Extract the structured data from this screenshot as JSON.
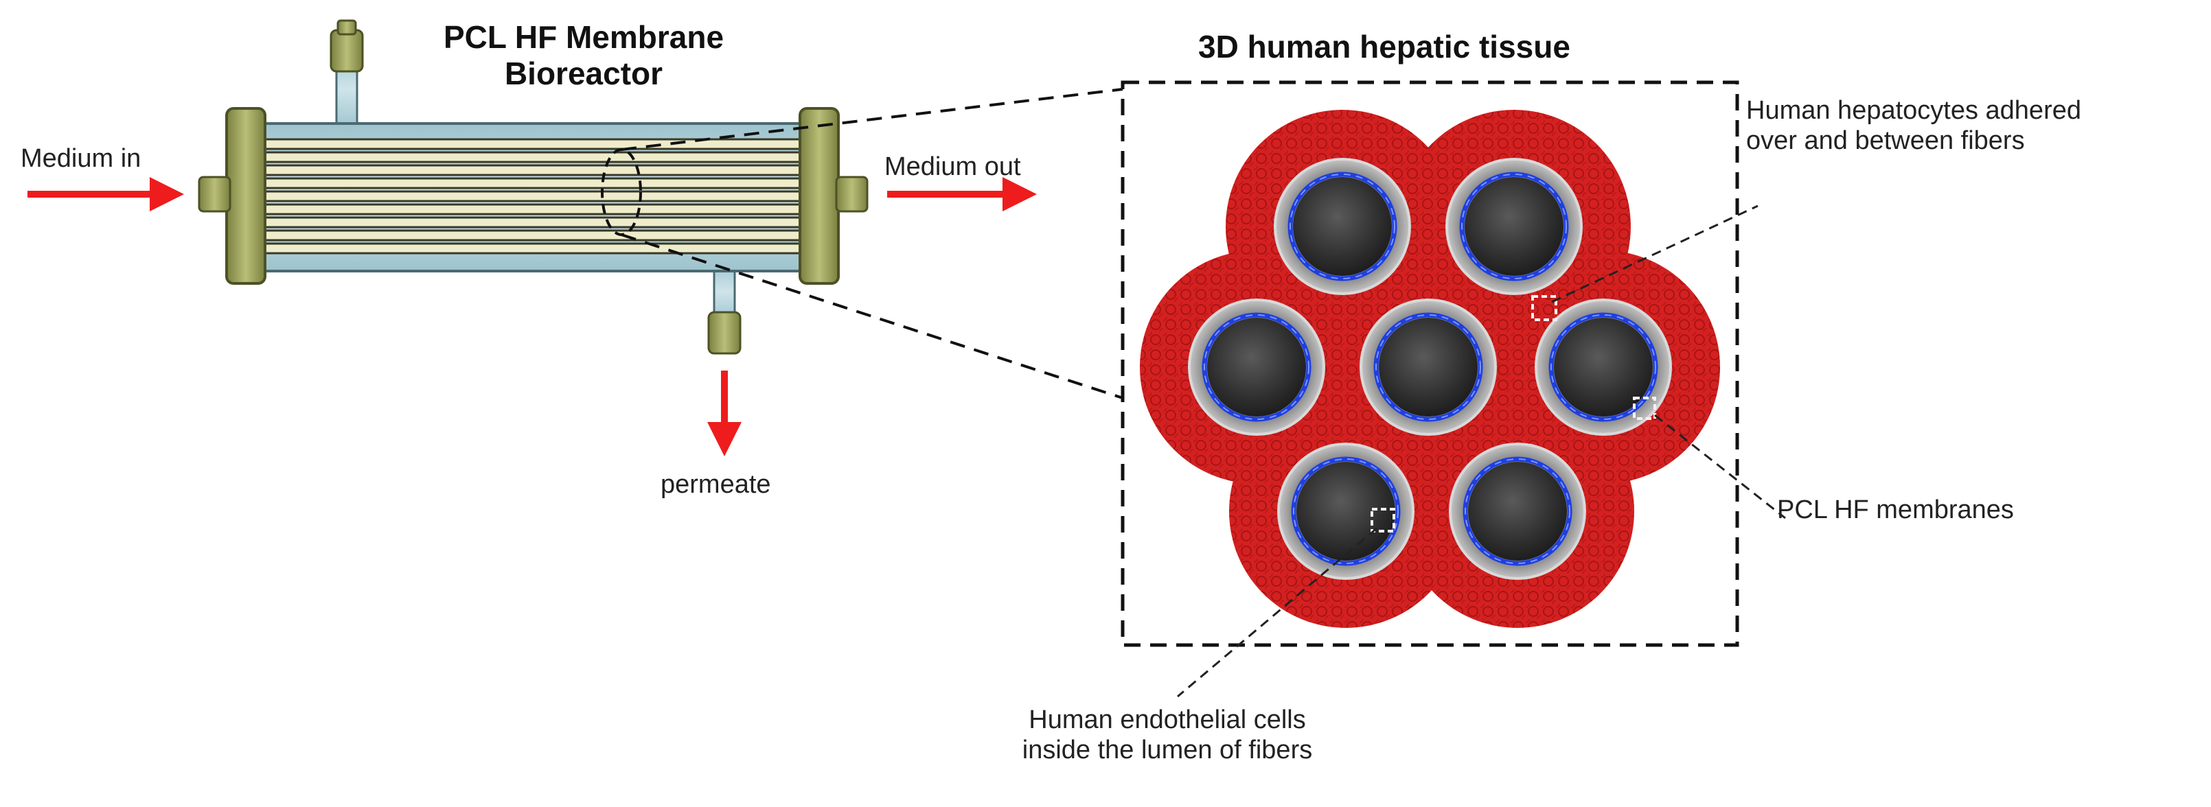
{
  "bioreactor": {
    "title_line1": "PCL HF Membrane",
    "title_line2": "Bioreactor",
    "inlet_label": "Medium in",
    "outlet_label": "Medium out",
    "permeate_label": "permeate"
  },
  "tissue": {
    "title": "3D human hepatic tissue",
    "callout_hepatocytes_line1": "Human hepatocytes adhered",
    "callout_hepatocytes_line2": "over and between fibers",
    "callout_membranes": "PCL HF membranes",
    "callout_endothelial_line1": "Human endothelial cells",
    "callout_endothelial_line2": "inside the lumen of fibers"
  },
  "colors": {
    "arrow": "#ee1c1c",
    "tissue": "#d42020",
    "fiber_core": "#2e2e2e",
    "fiber_ring": "#9a9a9a",
    "endothelial_ring": "#1f3fe0",
    "shell": "#b7d5dd",
    "tube": "#efeccb",
    "flange": "#9aa05c"
  }
}
